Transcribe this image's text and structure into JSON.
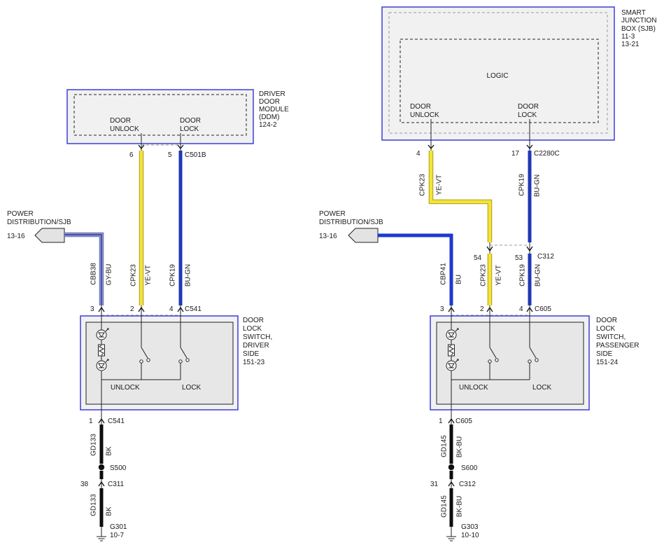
{
  "colors": {
    "ye_vt": "#f4e534",
    "bu_gn": "#1f38b8",
    "bu": "#1c3ad0",
    "gy_bu": "#9197c9",
    "bk": "#0d0d0d",
    "component_border": "#3d3dd8"
  },
  "driver": {
    "module": {
      "name": [
        "DRIVER",
        "DOOR",
        "MODULE",
        "(DDM)",
        "124-2"
      ],
      "unlock_output": [
        "DOOR",
        "UNLOCK"
      ],
      "lock_output": [
        "DOOR",
        "LOCK"
      ]
    },
    "module_connector": {
      "unlock_pin": "6",
      "lock_pin": "5",
      "name": "C501B"
    },
    "power_source": {
      "name": [
        "POWER",
        "DISTRIBUTION/SJB"
      ],
      "page_ref": "13-16"
    },
    "wires": {
      "supply": {
        "circuit": "CBB38",
        "color": "GY-BU"
      },
      "unlock": {
        "circuit": "CPK23",
        "color": "YE-VT"
      },
      "lock": {
        "circuit": "CPK19",
        "color": "BU-GN"
      }
    },
    "switch_connector": {
      "supply_pin": "3",
      "unlock_pin": "2",
      "lock_pin": "4",
      "name": "C541"
    },
    "switch": {
      "name": [
        "DOOR",
        "LOCK",
        "SWITCH,",
        "DRIVER",
        "SIDE",
        "151-23"
      ],
      "unlock_label": "UNLOCK",
      "lock_label": "LOCK"
    },
    "ground_path": {
      "switch_pin": "1",
      "switch_connector": "C541",
      "upper_circuit": "GD133",
      "upper_color": "BK",
      "splice": "S500",
      "inline_pin": "38",
      "inline_connector": "C311",
      "lower_circuit": "GD133",
      "lower_color": "BK",
      "ground": "G301",
      "ground_ref": "10-7"
    }
  },
  "passenger": {
    "sjb": {
      "name": [
        "SMART",
        "JUNCTION",
        "BOX (SJB)",
        "11-3",
        "13-21"
      ],
      "logic_label": "LOGIC",
      "unlock_output": [
        "DOOR",
        "UNLOCK"
      ],
      "lock_output": [
        "DOOR",
        "LOCK"
      ]
    },
    "sjb_connector": {
      "unlock_pin": "4",
      "lock_pin": "17",
      "name": "C2280C"
    },
    "sjb_wires": {
      "unlock": {
        "circuit": "CPK23",
        "color": "YE-VT"
      },
      "lock": {
        "circuit": "CPK19",
        "color": "BU-GN"
      }
    },
    "inline_connector": {
      "unlock_pin": "54",
      "lock_pin": "53",
      "name": "C312"
    },
    "power_source": {
      "name": [
        "POWER",
        "DISTRIBUTION/SJB"
      ],
      "page_ref": "13-16"
    },
    "wires": {
      "supply": {
        "circuit": "CBP41",
        "color": "BU"
      },
      "unlock": {
        "circuit": "CPK23",
        "color": "YE-VT"
      },
      "lock": {
        "circuit": "CPK19",
        "color": "BU-GN"
      }
    },
    "switch_connector": {
      "supply_pin": "3",
      "unlock_pin": "2",
      "lock_pin": "4",
      "name": "C605"
    },
    "switch": {
      "name": [
        "DOOR",
        "LOCK",
        "SWITCH,",
        "PASSENGER",
        "SIDE",
        "151-24"
      ],
      "unlock_label": "UNLOCK",
      "lock_label": "LOCK"
    },
    "ground_path": {
      "switch_pin": "1",
      "switch_connector": "C605",
      "upper_circuit": "GD145",
      "upper_color": "BK-BU",
      "splice": "S600",
      "inline_pin": "31",
      "inline_connector": "C312",
      "lower_circuit": "GD145",
      "lower_color": "BK-BU",
      "ground": "G303",
      "ground_ref": "10-10"
    }
  }
}
